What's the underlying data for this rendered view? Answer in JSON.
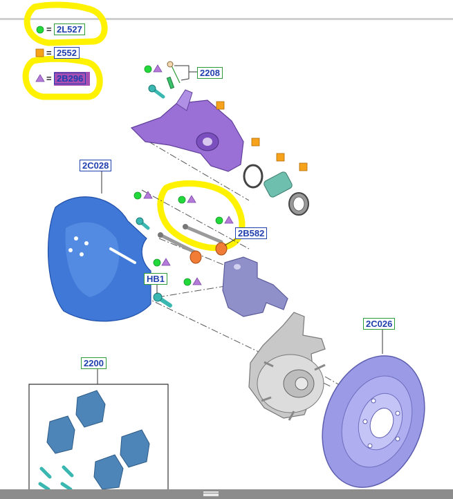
{
  "legend": [
    {
      "symbol": "green-dot",
      "equals": "=",
      "code": "2L527",
      "highlighted": true
    },
    {
      "symbol": "orange-square",
      "equals": "=",
      "code": "2552",
      "highlighted": false
    },
    {
      "symbol": "purple-triangle",
      "equals": "=",
      "code": "2B296",
      "highlighted": true
    }
  ],
  "callouts": {
    "caliper_bolt_kit": "2208",
    "dust_shield": "2C028",
    "guide_pin": "2B582",
    "bolt": "HB1",
    "rotor": "2C026",
    "pad_kit": "2200"
  },
  "colors": {
    "highlight": "#fff200",
    "marker_green": "#22d83a",
    "marker_orange": "#f7a21b",
    "marker_purple": "#b57bd8",
    "caliper": "#9a6fd6",
    "shield": "#3f78d6",
    "bracket": "#8f8fc9",
    "hub": "#c8c8c8",
    "rotor": "#9a9ae6",
    "pads": "#4d85b8",
    "bolts": "#39b7b0"
  }
}
